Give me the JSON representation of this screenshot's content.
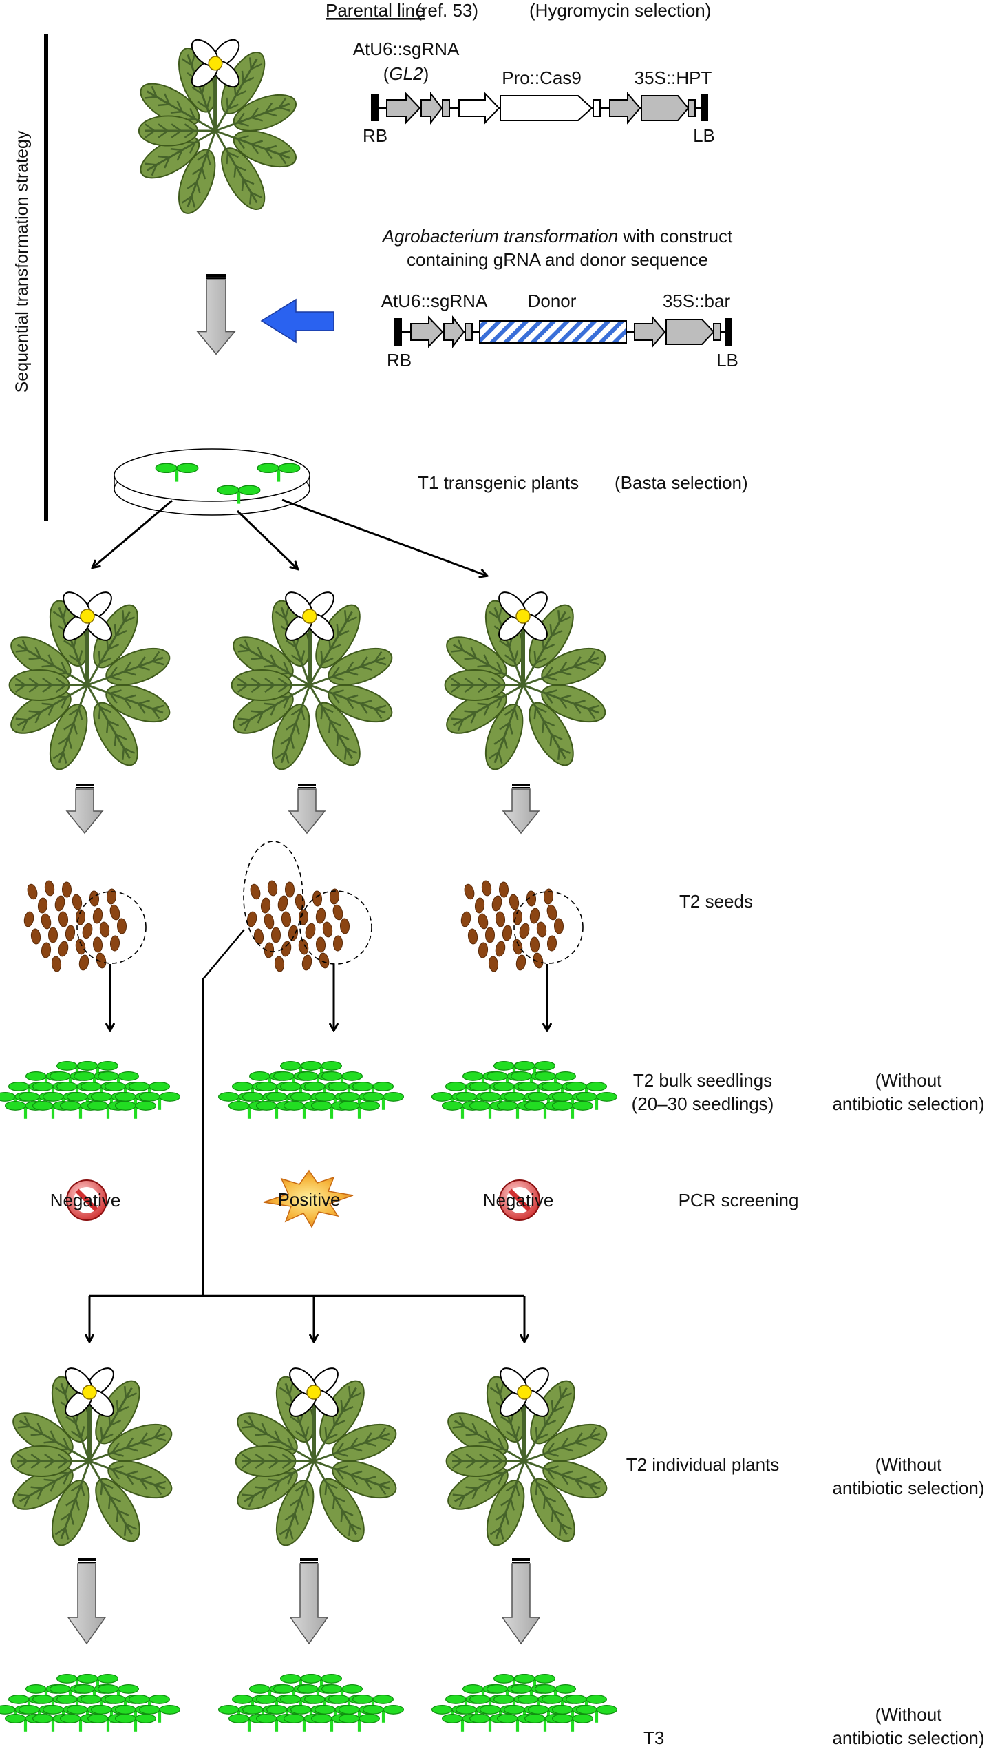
{
  "strategy_label": "Sequential transformation strategy",
  "parental": {
    "line": "Parental line",
    "ref": "(ref. 53)",
    "selection": "(Hygromycin selection)"
  },
  "construct1": {
    "sgrna": "AtU6::sgRNA",
    "gene_open": "(",
    "gene": "GL2",
    "gene_close": ")",
    "cas9": "Pro::Cas9",
    "hpt": "35S::HPT",
    "rb": "RB",
    "lb": "LB"
  },
  "agro": {
    "italic": "Agrobacterium transformation",
    "rest": " with construct",
    "line2": "containing gRNA and donor sequence"
  },
  "construct2": {
    "sgrna": "AtU6::sgRNA",
    "donor": "Donor",
    "bar": "35S::bar",
    "rb": "RB",
    "lb": "LB"
  },
  "t1": {
    "label": "T1 transgenic plants",
    "selection": "(Basta selection)"
  },
  "t2_seeds": "T2 seeds",
  "t2_bulk": {
    "line1": "T2 bulk seedlings",
    "line2": "(20–30 seedlings)",
    "sel1": "(Without",
    "sel2": "antibiotic selection)"
  },
  "pcr": {
    "label": "PCR screening",
    "results": [
      "Negative",
      "Positive",
      "Negative"
    ]
  },
  "t2_individual": {
    "label": "T2 individual plants",
    "sel1": "(Without",
    "sel2": "antibiotic selection)"
  },
  "t3": {
    "label": "T3",
    "sel1": "(Without",
    "sel2": "antibiotic selection)"
  },
  "colors": {
    "leaf": "#7a9a46",
    "leaf_edge": "#3f5a1c",
    "vein": "#46632a",
    "stem": "#46632a",
    "flower_center": "#ffe600",
    "seed": "#8b4513",
    "seedling": "#22dd22",
    "seedling_edge": "#109010",
    "arrow_gray": "#c0c0c0",
    "arrow_blue": "#2a62f0",
    "donor_hatch": "#3a6fd8",
    "burst": "#f0a020",
    "no_sign": "#d63a3a"
  }
}
